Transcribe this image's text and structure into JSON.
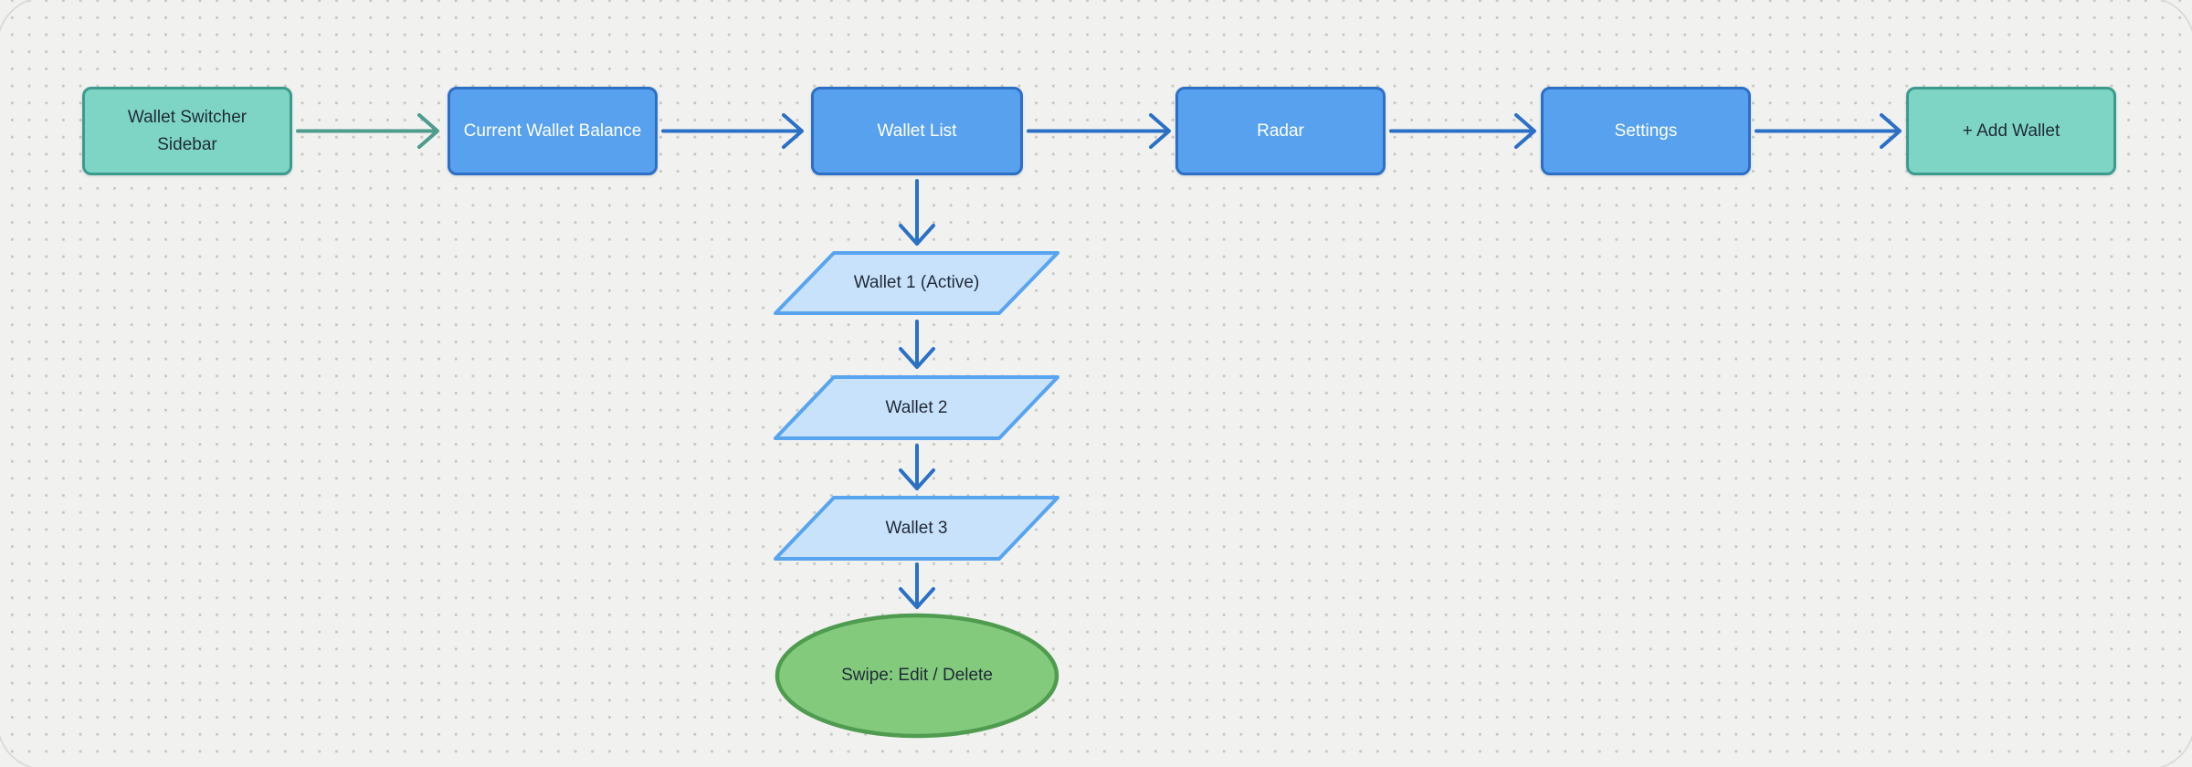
{
  "flowchart": {
    "nodes": {
      "sidebar": "Wallet Switcher Sidebar",
      "balance": "Current Wallet Balance",
      "wallet_list": "Wallet List",
      "radar": "Radar",
      "settings": "Settings",
      "add_wallet": "+ Add Wallet",
      "wallet1": "Wallet 1 (Active)",
      "wallet2": "Wallet 2",
      "wallet3": "Wallet 3",
      "swipe_action": "Swipe: Edit / Delete"
    },
    "colors": {
      "background": "#F1F1EF",
      "grid_dot": "#C7C7C4",
      "process_fill": "#58A1EE",
      "process_border": "#2D6FC5",
      "terminal_fill": "#7ED5C6",
      "terminal_border": "#3D9B8D",
      "item_fill": "#C9E2FB",
      "item_border": "#59A4EF",
      "action_fill": "#84CA7D",
      "action_border": "#4F9C50",
      "arrow_blue": "#2C70C6",
      "arrow_teal": "#4D9C8E",
      "text_dark": "#1F2A37",
      "text_light": "#FFFFFF"
    }
  }
}
